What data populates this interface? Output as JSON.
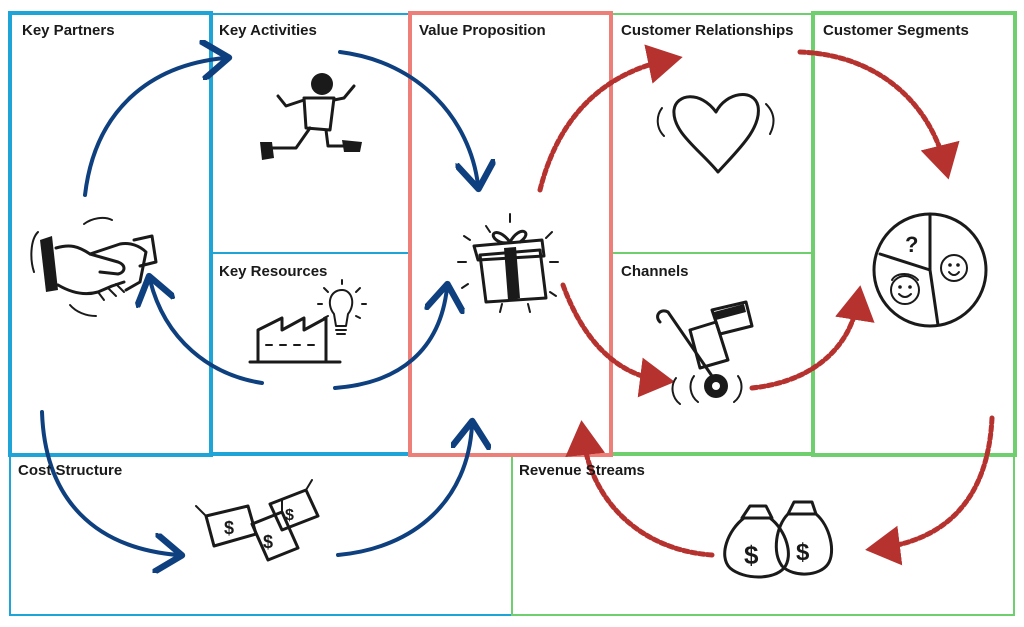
{
  "blocks": {
    "key_partners": "Key Partners",
    "key_activities": "Key Activities",
    "key_resources": "Key Resources",
    "value_proposition": "Value Proposition",
    "customer_relationships": "Customer Relationships",
    "channels": "Channels",
    "customer_segments": "Customer Segments",
    "cost_structure": "Cost Structure",
    "revenue_streams": "Revenue Streams"
  },
  "icons": {
    "key_partners": "handshake-icon",
    "key_activities": "runner-icon",
    "key_resources": "factory-lightbulb-icon",
    "value_proposition": "gift-box-icon",
    "customer_relationships": "heart-icon",
    "channels": "hand-truck-icon",
    "customer_segments": "segmented-pie-icon",
    "cost_structure": "price-tags-icon",
    "revenue_streams": "money-bags-icon"
  },
  "colors": {
    "blue_border": "#1ea4d6",
    "red_border": "#ee7f78",
    "green_border": "#6fcf6f",
    "blue_arrow": "#0e3f7e",
    "red_arrow": "#b5322f",
    "ink": "#1a1a1a",
    "dollar_symbol": "$",
    "question_symbol": "?"
  }
}
